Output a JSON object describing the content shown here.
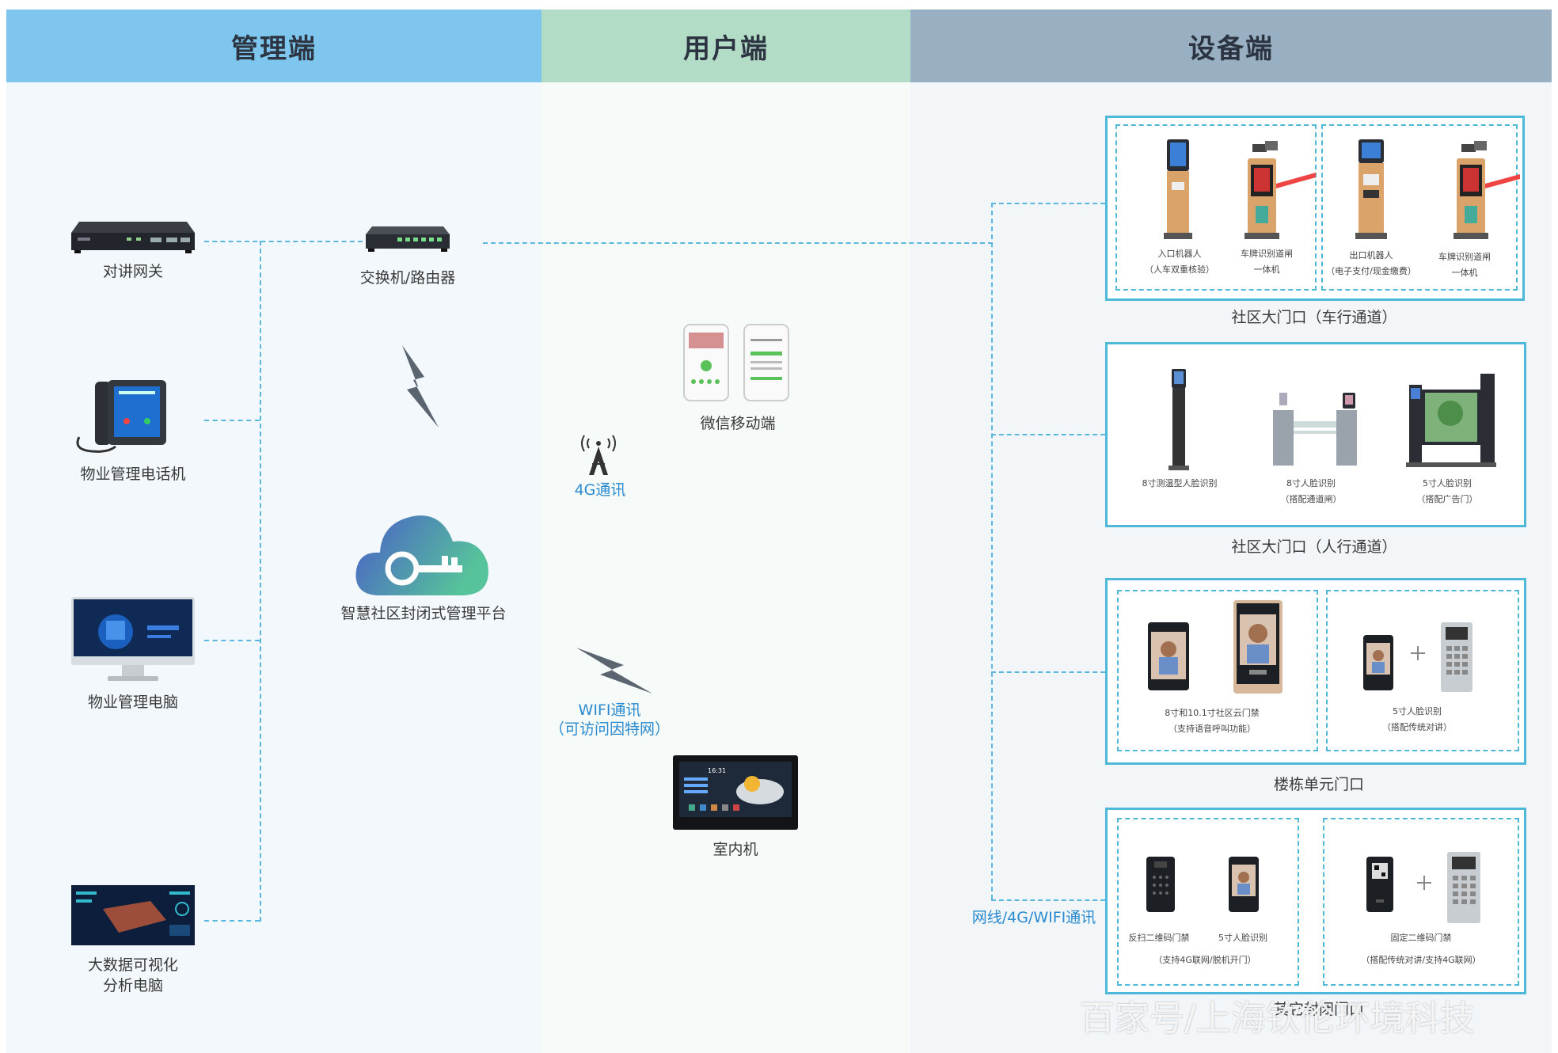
{
  "headers": {
    "mgmt": "管理端",
    "user": "用户端",
    "device": "设备端"
  },
  "colors": {
    "mgmt_header": "#7ec6ee",
    "user_header": "#b3dcc7",
    "device_header": "#99b0c2",
    "connector": "#5ab8e0",
    "box_border": "#4db8d8",
    "accent_text": "#2a8ad0"
  },
  "mgmt": {
    "gateway": "对讲网关",
    "switch": "交换机/路由器",
    "phone": "物业管理电话机",
    "pc": "物业管理电脑",
    "bigdata_line1": "大数据可视化",
    "bigdata_line2": "分析电脑",
    "platform": "智慧社区封闭式管理平台"
  },
  "user": {
    "wechat": "微信移动端",
    "comm_4g": "4G通讯",
    "wifi_line1": "WIFI通讯",
    "wifi_line2": "（可访问因特网）",
    "indoor": "室内机"
  },
  "device": {
    "network": "网线/4G/WIFI通讯",
    "gate_vehicle": {
      "title": "社区大门口（车行通道）",
      "items": [
        {
          "l1": "入口机器人",
          "l2": "（人车双重核验）"
        },
        {
          "l1": "车牌识别道闸",
          "l2": "一体机"
        },
        {
          "l1": "出口机器人",
          "l2": "（电子支付/现金缴费）"
        },
        {
          "l1": "车牌识别道闸",
          "l2": "一体机"
        }
      ]
    },
    "gate_pedestrian": {
      "title": "社区大门口（人行通道）",
      "items": [
        {
          "l1": "8寸测温型人脸识别",
          "l2": ""
        },
        {
          "l1": "8寸人脸识别",
          "l2": "（搭配通道闸）"
        },
        {
          "l1": "5寸人脸识别",
          "l2": "（搭配广告门）"
        }
      ]
    },
    "building": {
      "title": "楼栋单元门口",
      "items": [
        {
          "l1": "8寸和10.1寸社区云门禁",
          "l2": "（支持语音呼叫功能）"
        },
        {
          "l1": "5寸人脸识别",
          "l2": "（搭配传统对讲）"
        }
      ]
    },
    "other": {
      "title": "其它封闭门口",
      "items": [
        {
          "l1": "反扫二维码门禁",
          "l2": ""
        },
        {
          "l1": "5寸人脸识别",
          "l2": ""
        },
        {
          "l1": "（支持4G联网/脱机开门）",
          "l2": ""
        },
        {
          "l1": "固定二维码门禁",
          "l2": "（搭配传统对讲/支持4G联网）"
        }
      ]
    }
  },
  "watermark": "百家号/上海钦伦环境科技"
}
